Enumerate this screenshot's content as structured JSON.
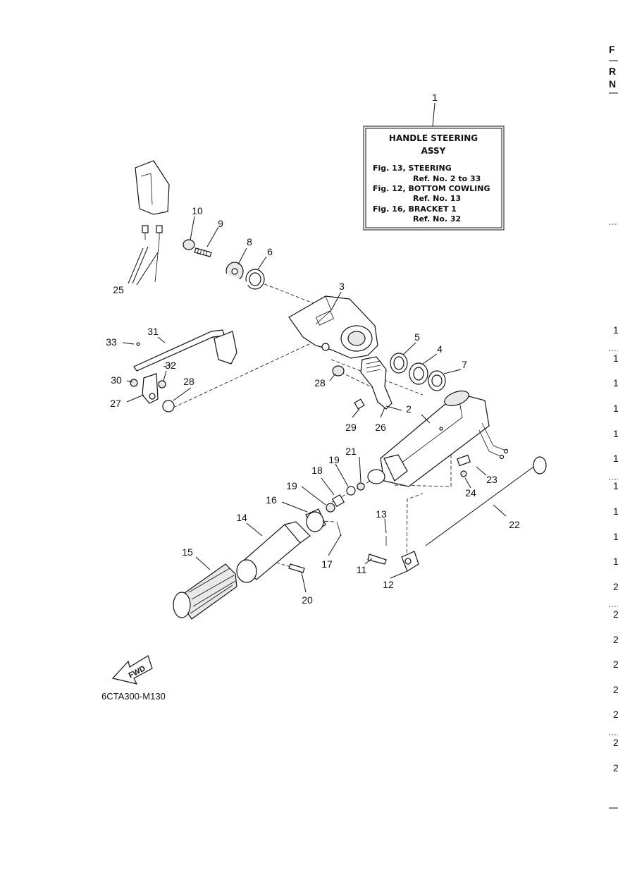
{
  "info_box": {
    "title_line1": "HANDLE STEERING",
    "title_line2": "ASSY",
    "refs": [
      "Fig. 13, STEERING",
      "Ref. No. 2 to 33",
      "Fig. 12, BOTTOM COWLING",
      "Ref. No. 13",
      "Fig. 16, BRACKET 1",
      "Ref. No. 32"
    ]
  },
  "callouts": [
    "1",
    "2",
    "3",
    "4",
    "5",
    "6",
    "7",
    "8",
    "9",
    "10",
    "11",
    "12",
    "13",
    "14",
    "15",
    "16",
    "17",
    "18",
    "19",
    "19",
    "20",
    "21",
    "22",
    "23",
    "24",
    "25",
    "26",
    "27",
    "28",
    "28",
    "29",
    "30",
    "31",
    "32",
    "33"
  ],
  "fwd_label": "FWD",
  "drawing_code": "6CTA300-M130",
  "edge_fragments": {
    "header": [
      "F",
      "R",
      "N"
    ],
    "column": [
      "1",
      "1",
      "1",
      "1",
      "1",
      "1",
      "1",
      "1",
      "1",
      "1",
      "2",
      "2",
      "2",
      "2",
      "2",
      "2",
      "2",
      "2"
    ]
  }
}
